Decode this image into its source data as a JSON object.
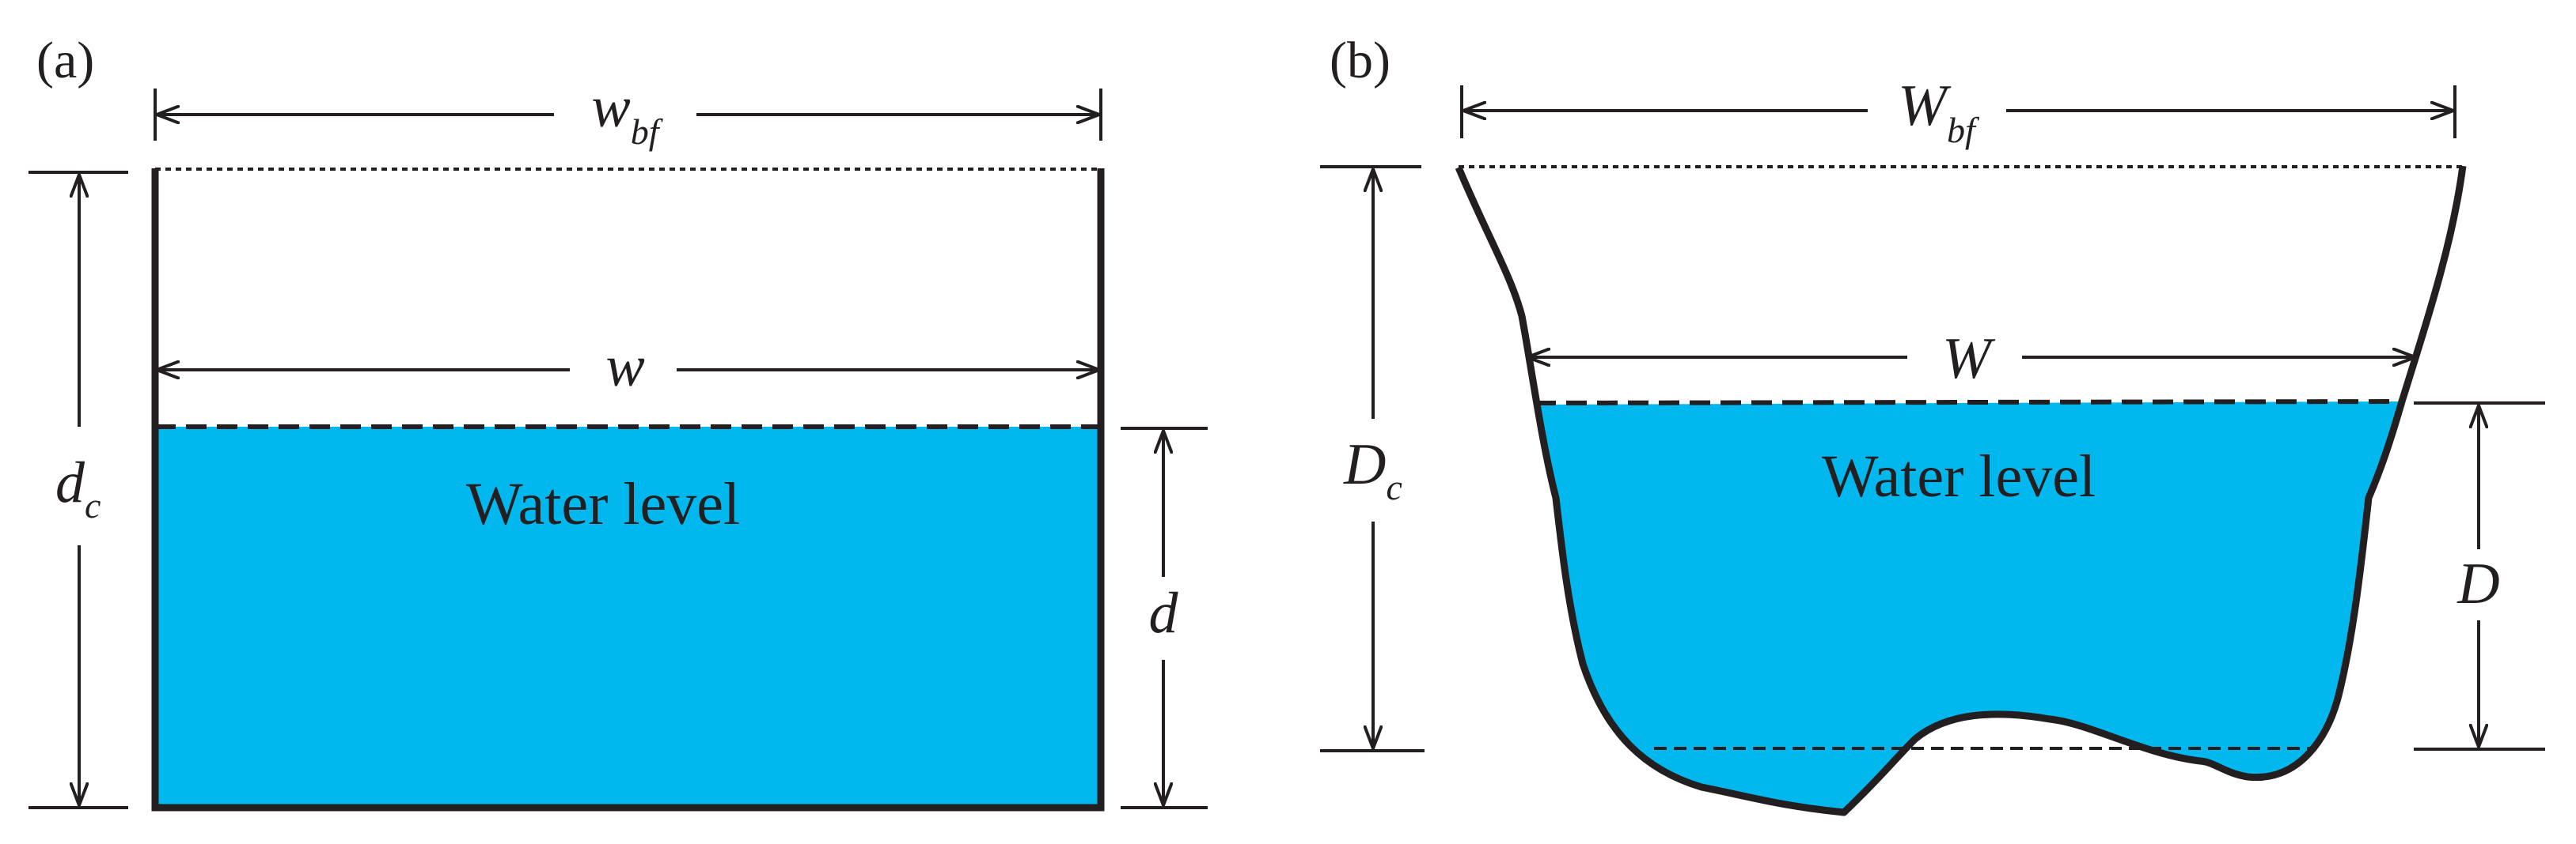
{
  "colors": {
    "water": "#00b8ee",
    "ink": "#231f20",
    "background": "#ffffff"
  },
  "panel_a": {
    "label": "(a)",
    "top_width_symbol": "w",
    "top_width_subscript": "bf",
    "water_width_symbol": "w",
    "depth_total_symbol": "d",
    "depth_total_subscript": "c",
    "water_depth_symbol": "d",
    "water_label": "Water level"
  },
  "panel_b": {
    "label": "(b)",
    "top_width_symbol": "W",
    "top_width_subscript": "bf",
    "water_width_symbol": "W",
    "depth_total_symbol": "D",
    "depth_total_subscript": "c",
    "water_depth_symbol": "D",
    "water_label": "Water level"
  }
}
